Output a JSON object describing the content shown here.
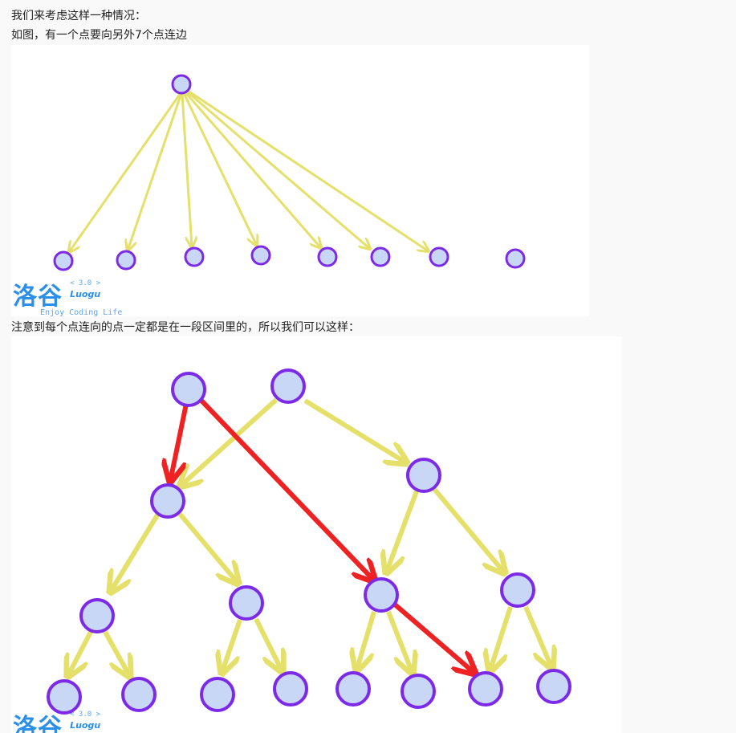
{
  "text": {
    "line1": "我们来考虑这样一种情况：",
    "line2": "如图，有一个点要向另外7个点连边",
    "line3": "注意到每个点连向的点一定都是在一段区间里的，所以我们可以这样："
  },
  "watermark": {
    "name": "洛谷",
    "version": "< 3.0 >",
    "brand": "Luogu",
    "slogan": "Enjoy Coding Life"
  },
  "colors": {
    "node_fill": "#c9d7f7",
    "node_stroke": "#7d2ae8",
    "yellow_edge": "#e4e06a",
    "red_edge": "#ee2222",
    "watermark": "#2b8ee8"
  }
}
